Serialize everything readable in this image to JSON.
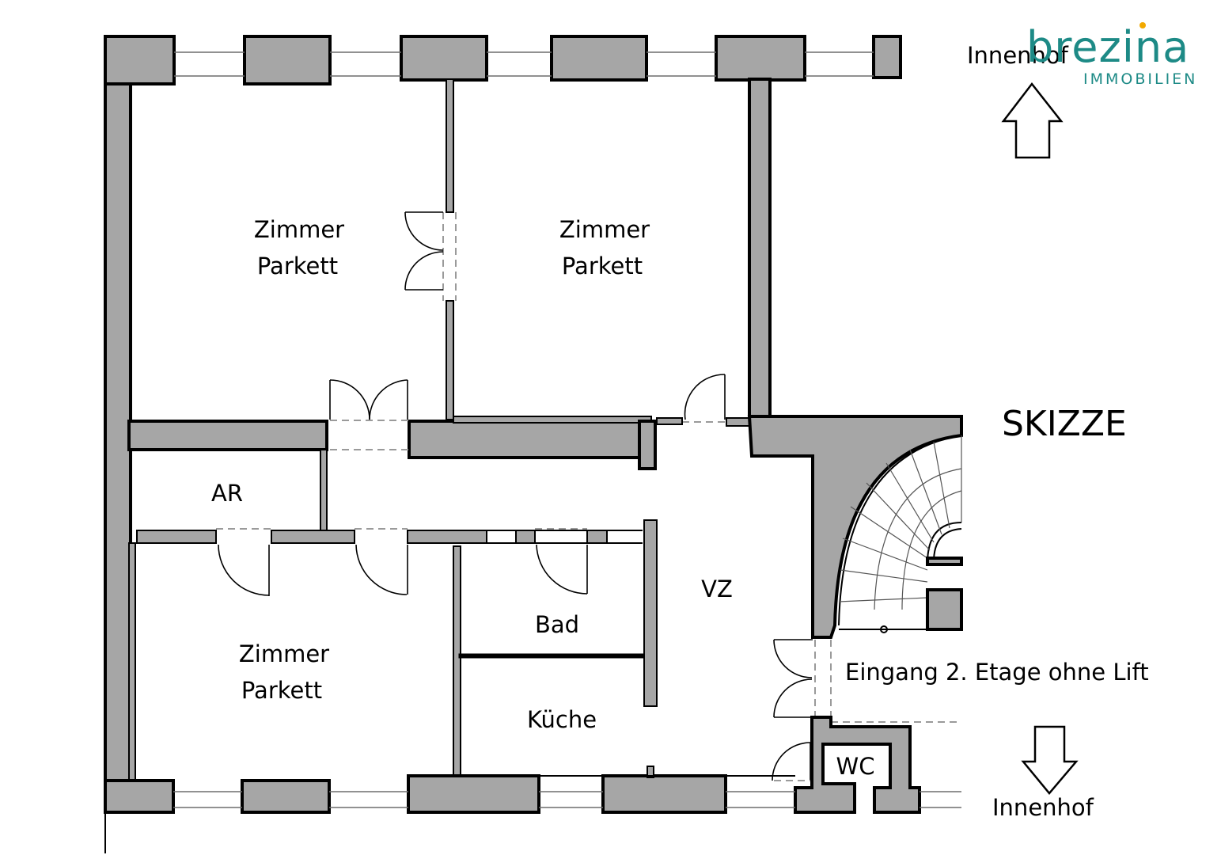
{
  "logo": {
    "name": "brezina",
    "tagline": "IMMOBILIEN",
    "primary_color": "#1d8a86",
    "dot_color": "#f2a900"
  },
  "title": "SKIZZE",
  "rooms": {
    "room_top_left": {
      "line1": "Zimmer",
      "line2": "Parkett"
    },
    "room_top_right": {
      "line1": "Zimmer",
      "line2": "Parkett"
    },
    "room_bottom_left": {
      "line1": "Zimmer",
      "line2": "Parkett"
    },
    "storage": "AR",
    "bathroom": "Bad",
    "kitchen": "Küche",
    "hallway": "VZ",
    "toilet": "WC"
  },
  "entrance": "Eingang 2. Etage ohne Lift",
  "courtyard_top": "Innenhof",
  "courtyard_bottom": "Innenhof",
  "wall_color": "#a6a6a6"
}
